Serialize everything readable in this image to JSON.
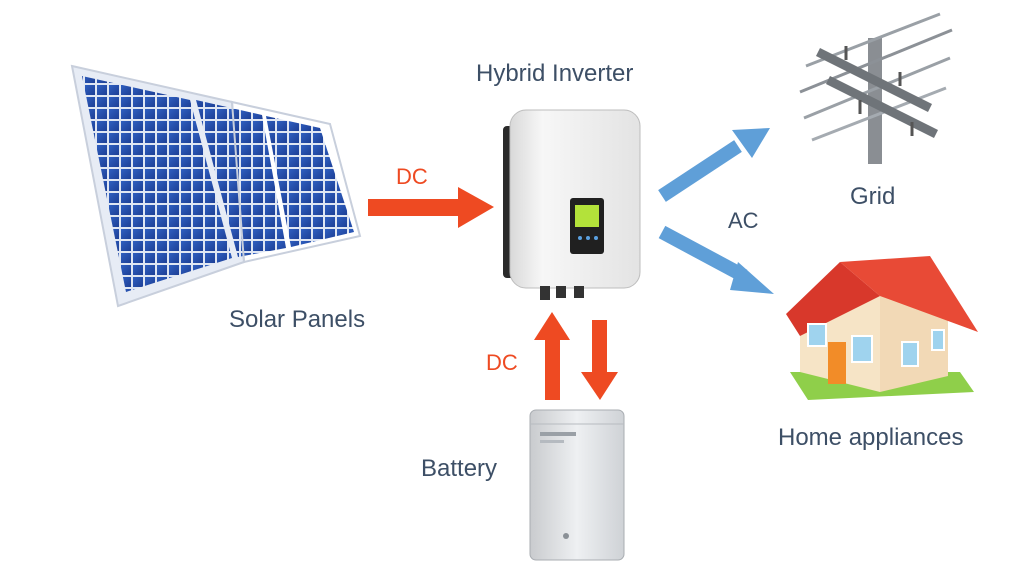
{
  "labels": {
    "solar": "Solar Panels",
    "inverter": "Hybrid Inverter",
    "grid": "Grid",
    "home": "Home appliances",
    "battery": "Battery"
  },
  "flows": {
    "solar_to_inverter": "DC",
    "battery_link": "DC",
    "inverter_out": "AC"
  },
  "colors": {
    "dc_arrow": "#ee4a22",
    "ac_arrow": "#5f9fd8",
    "label_text": "#3d4f66"
  }
}
